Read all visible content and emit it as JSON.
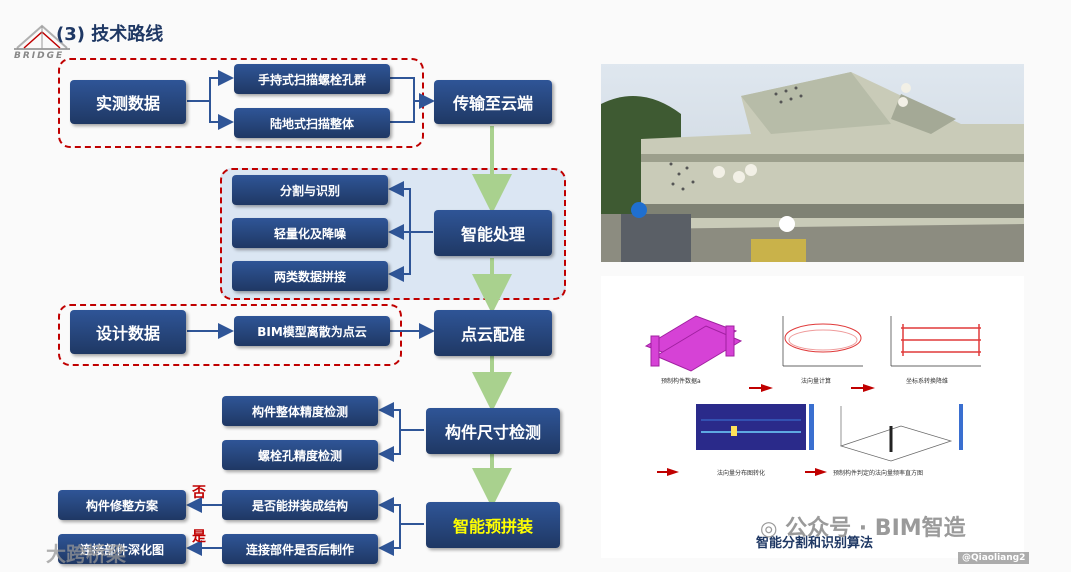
{
  "header": {
    "logo_text": "BRIDGE",
    "title": "(3) 技术路线"
  },
  "flow": {
    "measured_data": "实测数据",
    "scan_handheld": "手持式扫描螺栓孔群",
    "scan_ground": "陆地式扫描整体",
    "cloud_transfer": "传输至云端",
    "segment_recognize": "分割与识别",
    "lightweight_denoise": "轻量化及降噪",
    "two_type_stitch": "两类数据拼接",
    "smart_processing": "智能处理",
    "design_data": "设计数据",
    "bim_discretize": "BIM模型离散为点云",
    "registration": "点云配准",
    "overall_accuracy": "构件整体精度检测",
    "bolt_accuracy": "螺栓孔精度检测",
    "dimension_check": "构件尺寸检测",
    "can_assemble": "是否能拼装成结构",
    "repair_plan": "构件修整方案",
    "next_made": "连接部件是否后制作",
    "connection_plan": "连接部件深化图",
    "smart_preassembly": "智能预拼装",
    "label_no": "否",
    "label_yes": "是"
  },
  "figure": {
    "caption": "智能分割和识别算法",
    "sub_a": "预制构件数据a",
    "sub_b": "法向量计算",
    "sub_c": "坐标系转换降维",
    "sub_d": "法向量分布图转化",
    "sub_e": "预制构件判定的法向量频率直方图"
  },
  "watermarks": {
    "wechat": "公众号 · BIM智造",
    "left": "大跨桥梁",
    "handle": "@Qiaoliang2"
  },
  "colors": {
    "box_dark": "#1f3864",
    "box_light": "#2f5597",
    "dash_red": "#c00000",
    "arrow_green": "#a9d18e",
    "highlight_yellow": "#ffff00"
  }
}
